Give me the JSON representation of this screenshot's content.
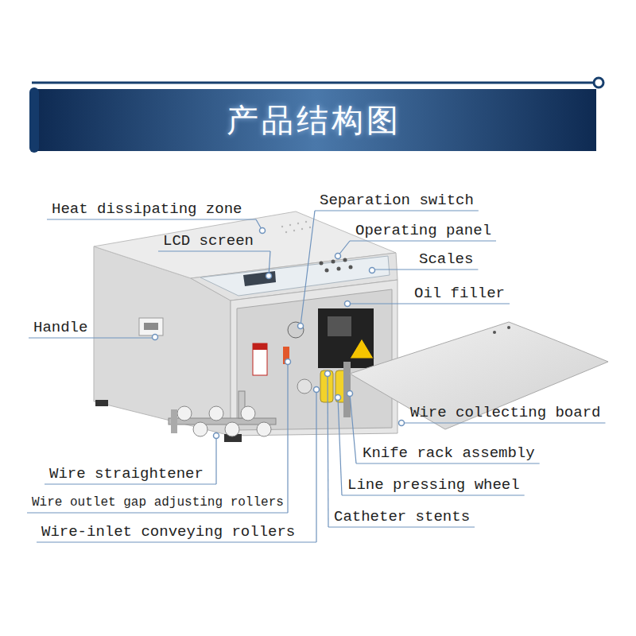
{
  "diagram": {
    "title": "产品结构图",
    "labels": [
      "Heat dissipating zone",
      "Separation switch",
      "Operating panel",
      "LCD screen",
      "Scales",
      "Oil filler",
      "Handle",
      "Wire collecting board",
      "Knife rack assembly",
      "Wire straightener",
      "Line pressing wheel",
      "Wire outlet gap adjusting rollers",
      "Catheter stents",
      "Wire-inlet conveying rollers"
    ]
  }
}
